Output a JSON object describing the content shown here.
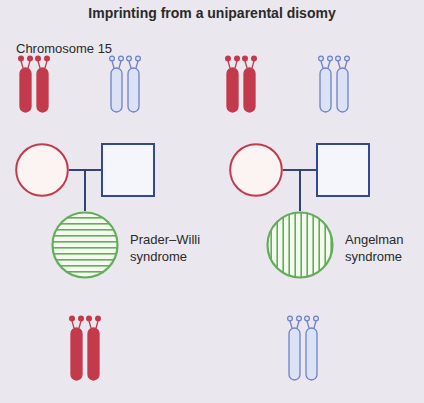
{
  "diagram": {
    "title": "Imprinting from a uniparental disomy",
    "nodes": [
      {
        "text": []
      },
      {
        "text": []
      },
      {
        "text": [
          "Prader–Willi syndrome"
        ]
      },
      {
        "text": []
      },
      {
        "text": []
      },
      {
        "text": [
          "Angelman syndrome"
        ]
      }
    ],
    "edges": [
      {
        "from": 0,
        "to": 1,
        "arrow": "none"
      },
      {
        "from": 0,
        "to": 2,
        "arrow": "none"
      },
      {
        "from": 1,
        "to": 2,
        "arrow": "none"
      },
      {
        "from": 3,
        "to": 4,
        "arrow": "none"
      },
      {
        "from": 3,
        "to": 5,
        "arrow": "none"
      },
      {
        "from": 4,
        "to": 5,
        "arrow": "none"
      }
    ],
    "labels": [
      "Chromosome 15"
    ]
  }
}
